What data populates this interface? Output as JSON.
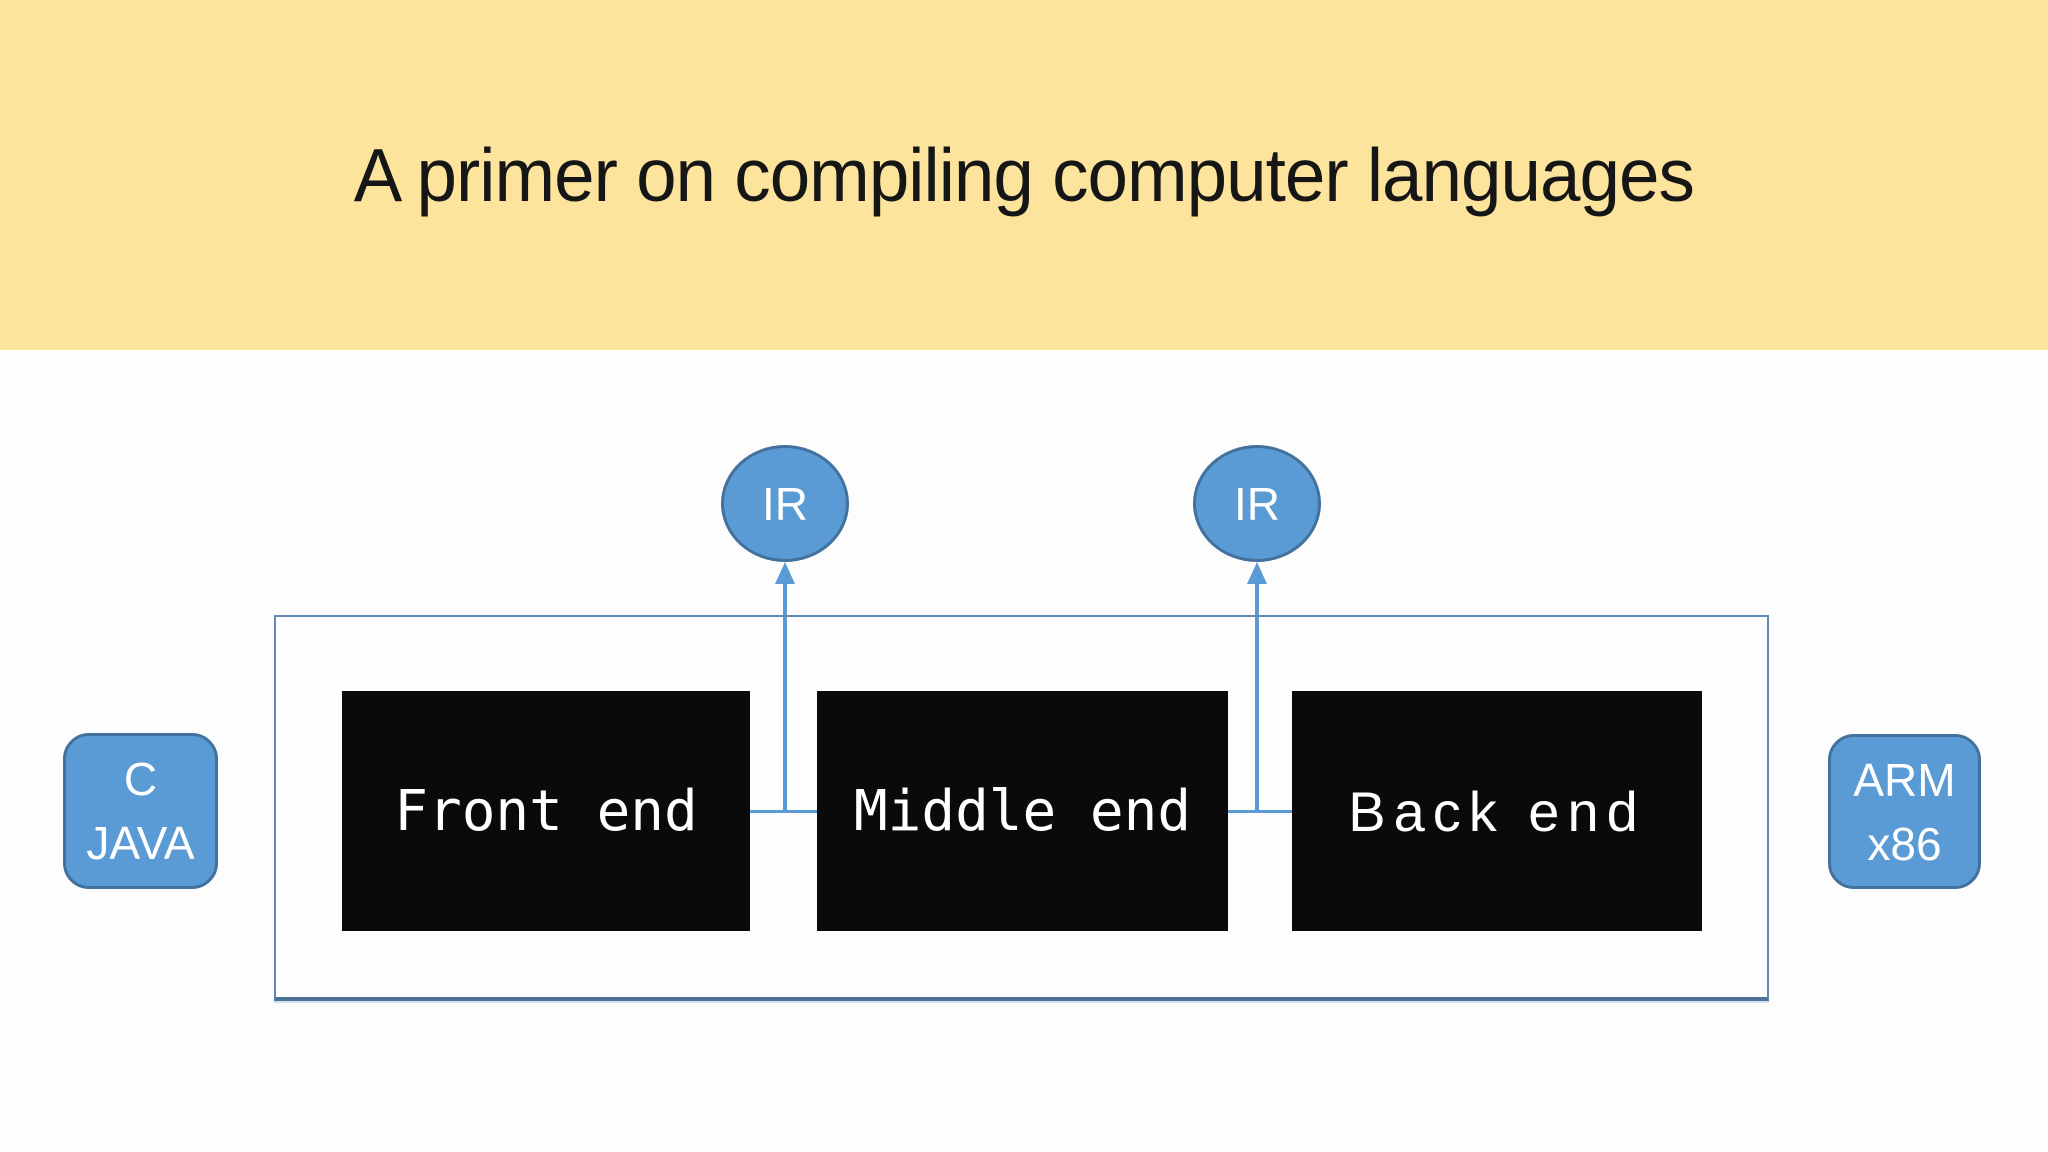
{
  "slide": {
    "title": "A primer on compiling computer languages"
  },
  "pipeline": {
    "stages": [
      {
        "label": "Front end"
      },
      {
        "label": "Middle end"
      },
      {
        "label": "Back end"
      }
    ]
  },
  "ir_nodes": [
    {
      "label": "IR"
    },
    {
      "label": "IR"
    }
  ],
  "sources": {
    "line1": "C",
    "line2": "JAVA"
  },
  "targets": {
    "line1": "ARM",
    "line2": "x86"
  },
  "colors": {
    "banner_yellow": "#FCE49C",
    "accent_blue": "#5B9BD5",
    "accent_blue_border": "#41719C",
    "stage_black": "#0A0A0A",
    "outer_rect_border": "#6089B8",
    "background": "#FDFDFD",
    "title_text": "#161616",
    "stage_text": "#FFFFFF"
  }
}
